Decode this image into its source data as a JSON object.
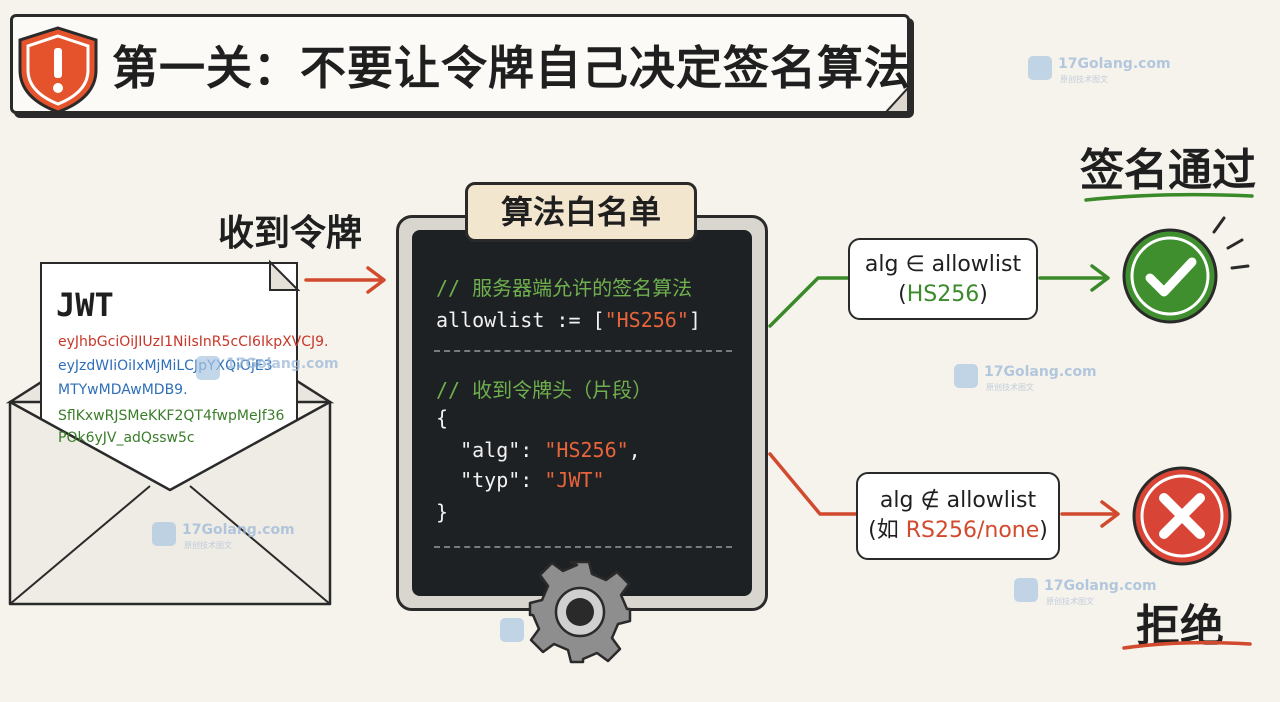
{
  "title": "第一关：不要让令牌自己决定签名算法",
  "labels": {
    "received_token": "收到令牌",
    "signature_pass": "签名通过",
    "reject": "拒绝"
  },
  "jwt": {
    "title": "JWT",
    "lines": [
      "eyJhbGciOiJIUzI1NiIsInR5cCI6IkpXVCJ9.",
      "eyJzdWIiOiIxMjMiLCJpYXQiOjE3",
      "MTYwMDAwMDB9.",
      "SflKxwRJSMeKKF2QT4fwpMeJf36",
      "POk6yJV_adQssw5c"
    ]
  },
  "code_panel": {
    "header": "算法白名单",
    "comment1": "// 服务器端允许的签名算法",
    "allowlist_prefix": "allowlist := [",
    "allowlist_value": "\"HS256\"",
    "allowlist_suffix": "]",
    "comment2": "// 收到令牌头（片段）",
    "brace_open": "{",
    "alg_key": "  \"alg\": ",
    "alg_value": "\"HS256\"",
    "alg_comma": ",",
    "typ_key": "  \"typ\": ",
    "typ_value": "\"JWT\"",
    "brace_close": "}"
  },
  "pass_box": {
    "line1": "alg ∈ allowlist",
    "open": "(",
    "value": "HS256",
    "close": ")"
  },
  "reject_box": {
    "line1": "alg ∉ allowlist",
    "open": "(如 ",
    "value": "RS256/none",
    "close": ")"
  },
  "watermark": {
    "site": "17Golang.com",
    "sub": "原创技术图文"
  },
  "colors": {
    "accent_red": "#d24a2e",
    "accent_green": "#3a8a2a",
    "code_bg": "#1e2124",
    "shield": "#e5532d"
  },
  "icons": [
    "shield-alert-icon",
    "envelope-icon",
    "gear-icon",
    "check-circle-icon",
    "cross-circle-icon"
  ]
}
